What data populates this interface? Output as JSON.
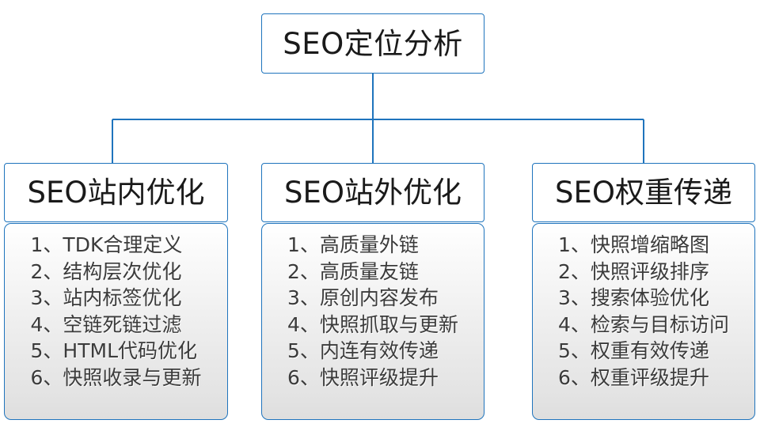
{
  "diagram": {
    "type": "org-tree",
    "root": {
      "label": "SEO定位分析"
    },
    "accent_color": "#1f74bd",
    "connector_color": "#1f74bd",
    "branches": [
      {
        "header": "SEO站内优化",
        "items": [
          "1、TDK合理定义",
          "2、结构层次优化",
          "3、站内标签优化",
          "4、空链死链过滤",
          "5、HTML代码优化",
          "6、快照收录与更新"
        ]
      },
      {
        "header": "SEO站外优化",
        "items": [
          "1、高质量外链",
          "2、高质量友链",
          "3、原创内容发布",
          "4、快照抓取与更新",
          "5、内连有效传递",
          "6、快照评级提升"
        ]
      },
      {
        "header": "SEO权重传递",
        "items": [
          "1、快照增缩略图",
          "2、快照评级排序",
          "3、搜索体验优化",
          "4、检索与目标访问",
          "5、权重有效传递",
          "6、权重评级提升"
        ]
      }
    ]
  }
}
